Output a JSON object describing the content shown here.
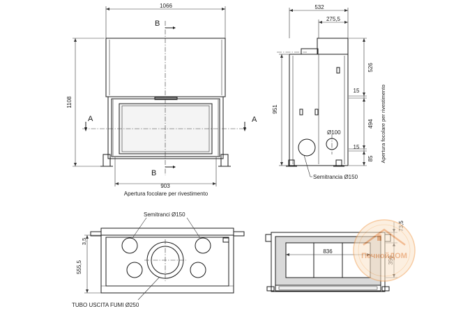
{
  "front_view": {
    "width_label": "1066",
    "height_label": "1108",
    "opening_width_label": "903",
    "caption": "Apertura focolare per rivestimento",
    "section_b_top": "B",
    "section_b_bottom": "B",
    "section_a_left": "A",
    "section_a_right": "A"
  },
  "side_view": {
    "depth_label": "532",
    "half_depth_label": "275,5",
    "height_label": "951",
    "upper_label": "526",
    "mid_offset_label": "15",
    "opening_label": "494",
    "low_offset_label": "15",
    "bottom_label": "85",
    "vertical_note": "Apertura focolare per rivestimento",
    "small_pipe_label": "Ø100",
    "semi_knock_label": "Semitrancia Ø150"
  },
  "top_view": {
    "semi_knock_label": "Semitranci Ø150",
    "depth_label": "555,5",
    "offset_label": "3,5",
    "flue_label": "TUBO USCITA FUMI Ø250"
  },
  "plan_view": {
    "inner_width_label": "836",
    "depth_label": "350",
    "offset_label": "73,5"
  },
  "watermark": {
    "brand": "ПечнойДОМ"
  }
}
